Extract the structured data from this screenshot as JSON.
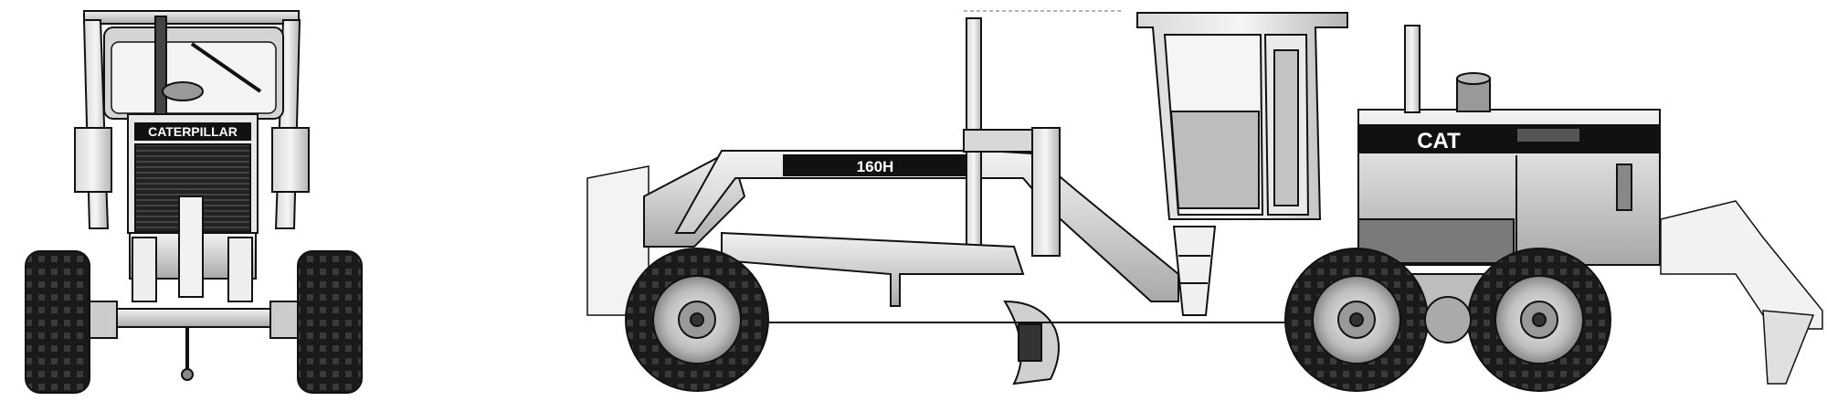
{
  "labels": {
    "front_brand": "CATERPILLAR",
    "model": "160H",
    "side_brand": "CAT"
  },
  "colors": {
    "ink": "#111111",
    "body_light": "#e6e6e6",
    "body_mid": "#bdbdbd",
    "body_dark": "#7a7a7a",
    "glass": "#cfcfcf",
    "tire": "#1a1a1a",
    "label_text": "#ffffff"
  },
  "icons": {
    "front_view": "motor-grader-front-icon",
    "side_view": "motor-grader-side-icon"
  }
}
